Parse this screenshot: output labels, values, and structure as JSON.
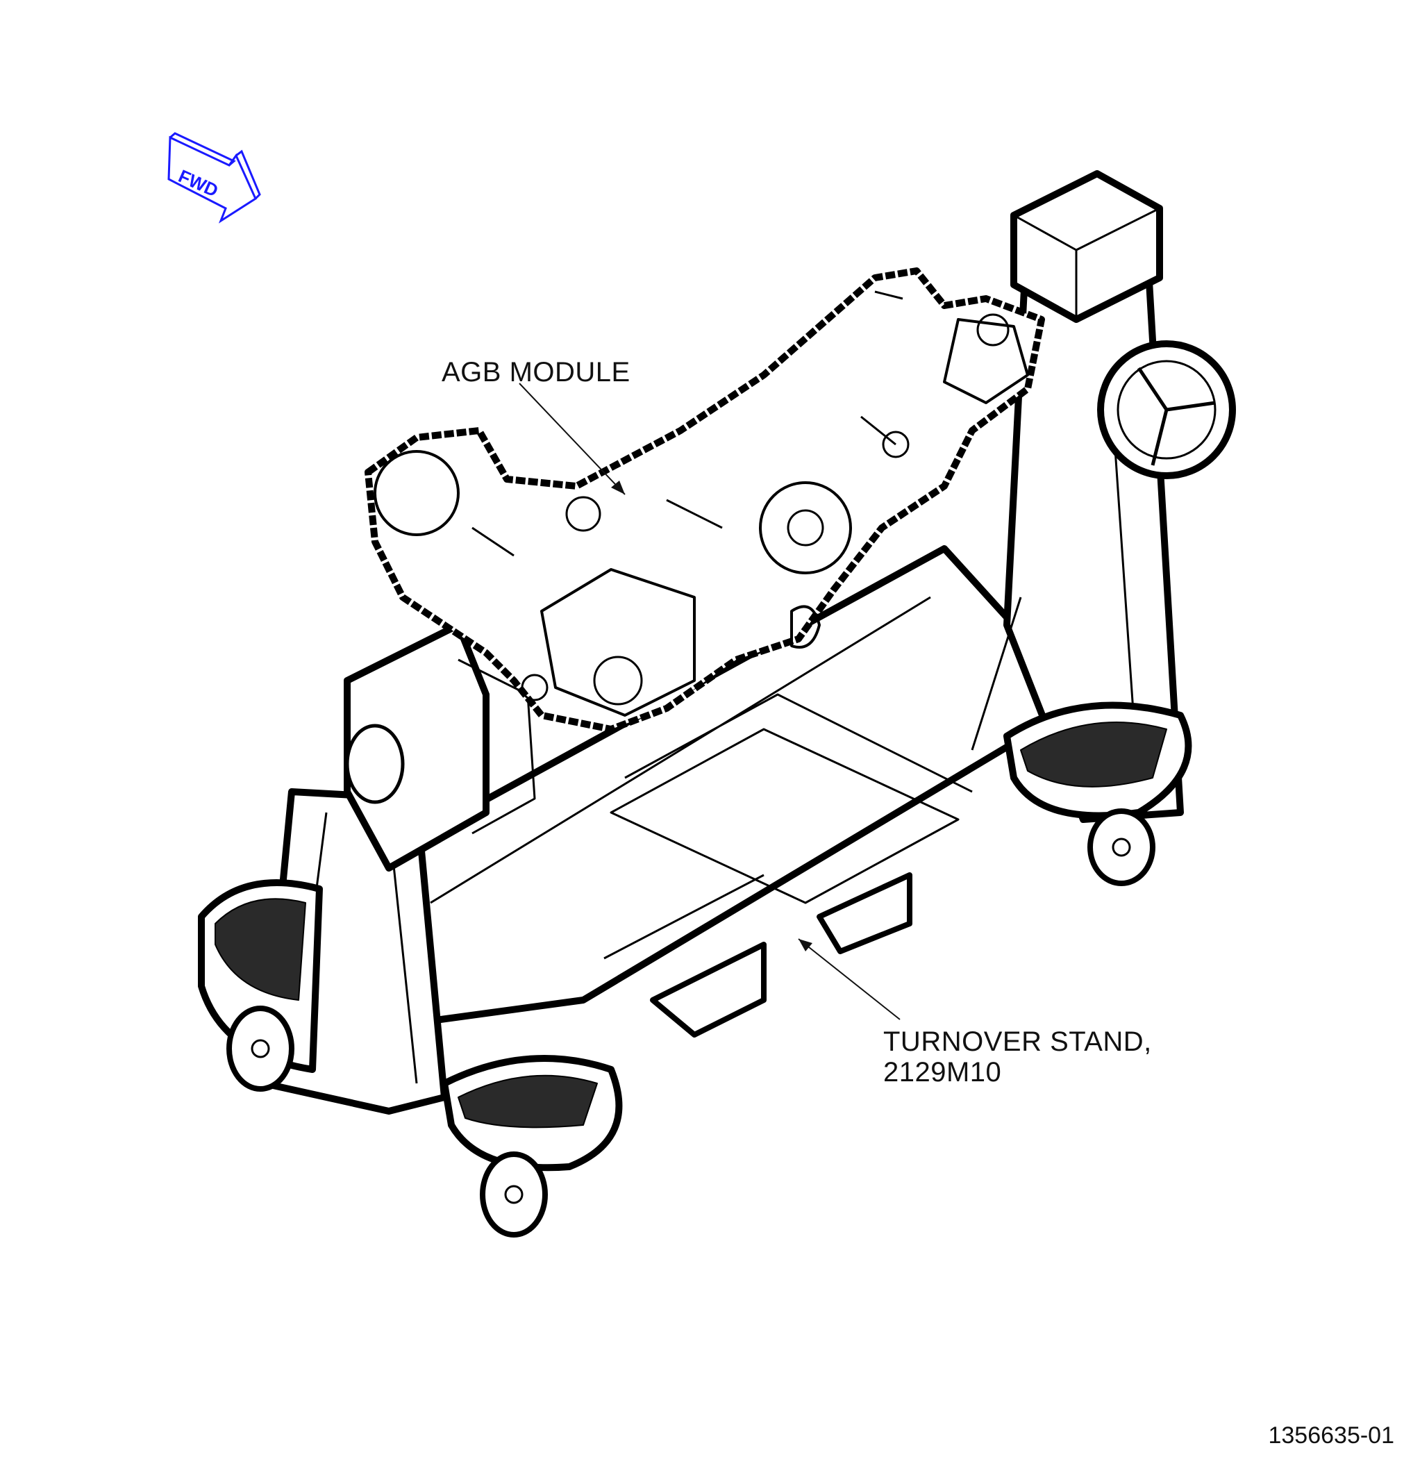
{
  "fwd_arrow": {
    "label": "FWD",
    "color": "#1a1aff"
  },
  "callouts": {
    "agb_module": "AGB MODULE",
    "turnover_stand_line1": "TURNOVER STAND,",
    "turnover_stand_line2": "2129M10"
  },
  "figure_id": "1356635-01"
}
